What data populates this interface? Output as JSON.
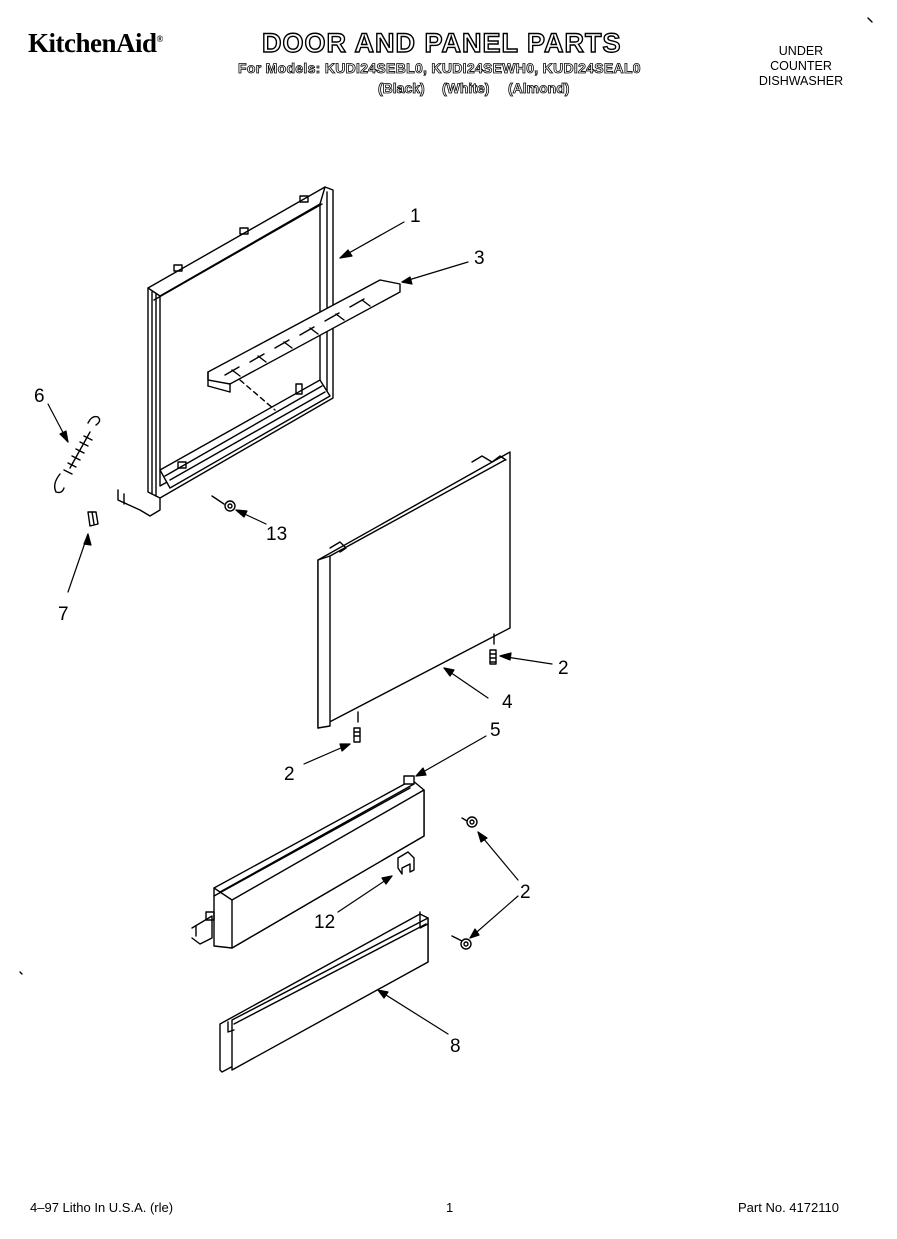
{
  "header": {
    "brand": "KitchenAid",
    "brand_mark": "®",
    "title": "DOOR AND PANEL PARTS",
    "models_line": "For Models: KUDI24SEBL0, KUDI24SEWH0, KUDI24SEAL0",
    "color_black": "(Black)",
    "color_white": "(White)",
    "color_almond": "(Almond)",
    "appliance_type_line1": "UNDER",
    "appliance_type_line2": "COUNTER",
    "appliance_type_line3": "DISHWASHER"
  },
  "callouts": {
    "c1": "1",
    "c3": "3",
    "c6": "6",
    "c13": "13",
    "c7": "7",
    "c2a": "2",
    "c4": "4",
    "c2b": "2",
    "c5": "5",
    "c2c": "2",
    "c12": "12",
    "c8": "8"
  },
  "footer": {
    "print_info": "4–97 Litho In U.S.A. (rle)",
    "page_number": "1",
    "part_number": "Part No. 4172110"
  }
}
